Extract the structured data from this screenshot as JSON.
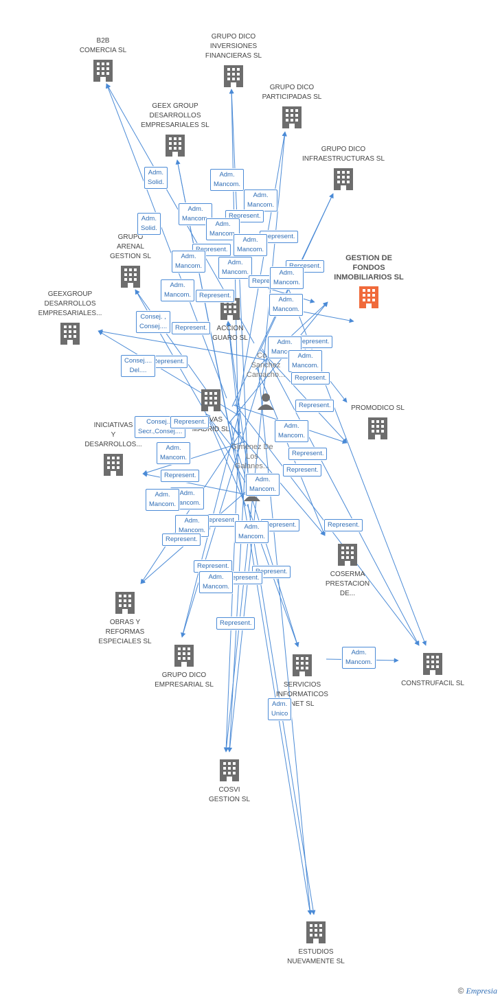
{
  "colors": {
    "edge": "#4a8ad6",
    "node": "#6d6d6d",
    "main_node": "#f06a3b",
    "label_text": "#2f6db5"
  },
  "nodes": [
    {
      "id": "b2b",
      "label": "B2B\nCOMERCIA SL",
      "icon": "building-icon"
    },
    {
      "id": "inversiones",
      "label": "GRUPO DICO\nINVERSIONES\nFINANCIERAS SL",
      "icon": "building-icon"
    },
    {
      "id": "participadas",
      "label": "GRUPO DICO\nPARTICIPADAS SL",
      "icon": "building-icon"
    },
    {
      "id": "geex",
      "label": "GEEX GROUP\nDESARROLLOS\nEMPRESARIALES SL",
      "icon": "building-icon"
    },
    {
      "id": "infra",
      "label": "GRUPO DICO\nINFRAESTRUCTURAS SL",
      "icon": "building-icon"
    },
    {
      "id": "arenal",
      "label": "GRUPO\nARENAL\nGESTION SL",
      "icon": "building-icon"
    },
    {
      "id": "gestion",
      "label": "GESTION DE\nFONDOS\nINMOBILIARIOS SL",
      "icon": "building-icon",
      "main": true
    },
    {
      "id": "accion",
      "label": "ACCION\nGUARO SL",
      "icon": "building-icon"
    },
    {
      "id": "geexgroup",
      "label": "GEEXGROUP\nDESARROLLOS\nEMPRESARIALES...",
      "icon": "building-icon"
    },
    {
      "id": "ativas",
      "label": "ATIVAS\nMADRID SL",
      "icon": "building-icon"
    },
    {
      "id": "promodico",
      "label": "PROMODICO SL",
      "icon": "building-icon"
    },
    {
      "id": "iniciativas",
      "label": "INICIATIVAS\nY\nDESARROLLOS...",
      "icon": "building-icon"
    },
    {
      "id": "coserma",
      "label": "COSERMA\nPRESTACION\nDE...",
      "icon": "building-icon"
    },
    {
      "id": "obras",
      "label": "OBRAS Y\nREFORMAS\nESPECIALES SL",
      "icon": "building-icon"
    },
    {
      "id": "empresarial",
      "label": "GRUPO DICO\nEMPRESARIAL SL",
      "icon": "building-icon"
    },
    {
      "id": "servicios",
      "label": "SERVICIOS\nINFORMATICOS\nNET SL",
      "icon": "building-icon"
    },
    {
      "id": "construfacil",
      "label": "CONSTRUFACIL SL",
      "icon": "building-icon"
    },
    {
      "id": "cosvi",
      "label": "COSVI\nGESTION SL",
      "icon": "building-icon"
    },
    {
      "id": "estudios",
      "label": "ESTUDIOS\nNUEVAMENTE SL",
      "icon": "building-icon"
    }
  ],
  "persons": [
    {
      "id": "p1",
      "label": "Col...\nSanchez\nCamacho...",
      "icon": "person-icon"
    },
    {
      "id": "p2",
      "label": "Gimenez De\nLos\nGalanes...",
      "icon": "person-icon"
    }
  ],
  "edge_labels": [
    "Adm.\nSolid.",
    "Adm.\nSolid.",
    "Adm.\nMancom.",
    "Adm.\nMancom.",
    "Adm.\nMancom.",
    "Represent.",
    "Adm.\nMancom.",
    "Represent.",
    "Adm.\nMancom.",
    "Represent.",
    "Adm.\nMancom.",
    "Adm.\nMancom.",
    "Represent.",
    "Represent.",
    "Adm.\nMancom.",
    "Adm.\nMancom.",
    "Represent.",
    "Adm.\nMancom.",
    "Consej. ,\nConsej....",
    "Represent.",
    "Represent.",
    "Consej....\nDel....",
    "Represent.",
    "Adm.\nMancom.",
    "Adm.\nMancom.",
    "Represent.",
    "Represent.",
    "Consej....\nSecr.,Consej....",
    "Represent.",
    "Adm.\nMancom.",
    "Adm.\nMancom.",
    "Represent.",
    "Represent.",
    "Represent.",
    "Adm.\nMancom.",
    "Adm.\nMancom.",
    "Represent.",
    "Represent.",
    "Adm.\nMancom.",
    "Adm.\nMancom.",
    "Represent.",
    "Represent.",
    "Represent.",
    "Represent.",
    "Represent.",
    "Adm.\nMancom.",
    "Represent.",
    "Adm.\nMancom.",
    "Adm.\nMancom.",
    "Adm.\nUnico"
  ],
  "footer": {
    "copyright": "©",
    "brand": "Empresia"
  }
}
